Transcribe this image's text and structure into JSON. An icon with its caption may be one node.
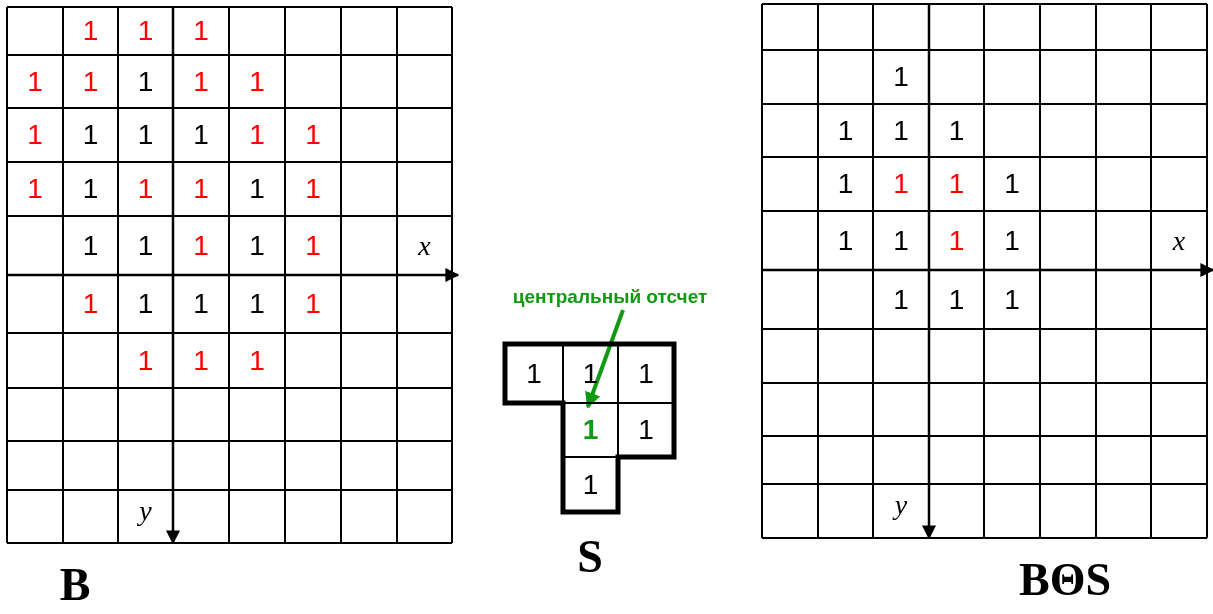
{
  "diagram": {
    "nodes": [
      {
        "text": [
          "центральный отсчет"
        ]
      },
      {
        "text": [
          "1"
        ]
      },
      {
        "text": [
          "1"
        ]
      },
      {
        "text": [
          "1"
        ]
      },
      {
        "text": [
          "1"
        ]
      },
      {
        "text": [
          "1"
        ]
      },
      {
        "text": [
          "1"
        ]
      }
    ],
    "edges": [
      {
        "from": 0,
        "to": 4,
        "arrow": "to",
        "color": "#119911"
      }
    ],
    "labels": [
      "1",
      "1",
      "1",
      "1",
      "1",
      "1",
      "1",
      "1",
      "1",
      "1",
      "1",
      "1",
      "1",
      "1",
      "1",
      "1",
      "1",
      "1",
      "1",
      "1",
      "1",
      "1",
      "1",
      "1",
      "1",
      "1",
      "1",
      "1",
      "1",
      "1",
      "1",
      "1",
      "1",
      "x",
      "y",
      "B",
      "S",
      "1",
      "1",
      "1",
      "1",
      "1",
      "1",
      "1",
      "1",
      "1",
      "1",
      "1",
      "1",
      "1",
      "1",
      "1",
      "x",
      "y",
      "BΘS"
    ]
  }
}
